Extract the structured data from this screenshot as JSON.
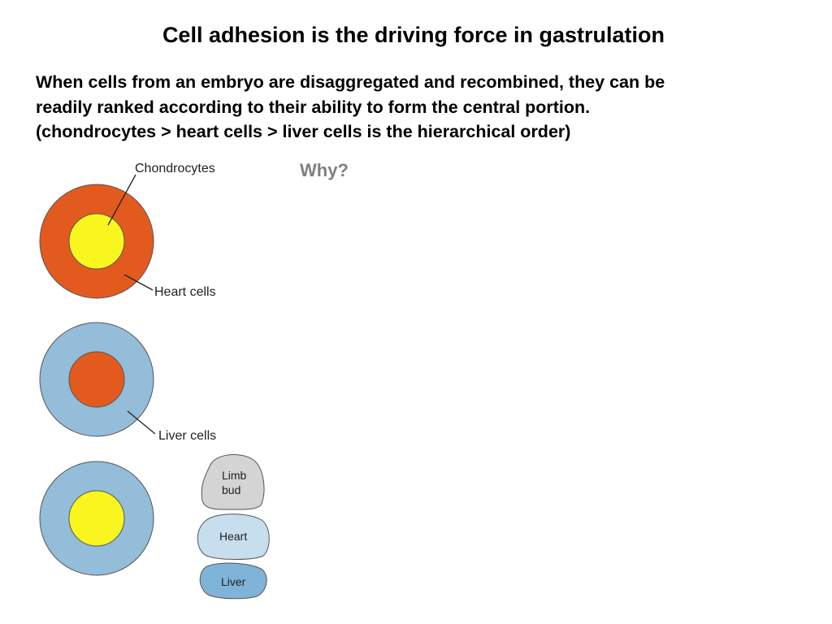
{
  "slide": {
    "title": "Cell adhesion is the driving force in gastrulation",
    "body_lines": [
      "When cells from an embryo are disaggregated and recombined, they can be",
      "readily ranked according to their ability to form the central portion.",
      "(chondrocytes > heart cells > liver cells is the hierarchical order)"
    ],
    "why": "Why?"
  },
  "diagram": {
    "labels": {
      "chondrocytes": "Chondrocytes",
      "heart_cells": "Heart cells",
      "liver_cells": "Liver cells"
    },
    "blobs": {
      "limb_bud_line1": "Limb",
      "limb_bud_line2": "bud",
      "heart": "Heart",
      "liver": "Liver"
    },
    "colors": {
      "chondrocyte_yellow": "#f9f51f",
      "heart_orange": "#e35a1f",
      "liver_blue": "#93bdd9",
      "limb_bud_gray": "#d4d4d4",
      "heart_blob_light_blue": "#c6deee",
      "liver_blob_blue": "#80b3d8"
    }
  }
}
